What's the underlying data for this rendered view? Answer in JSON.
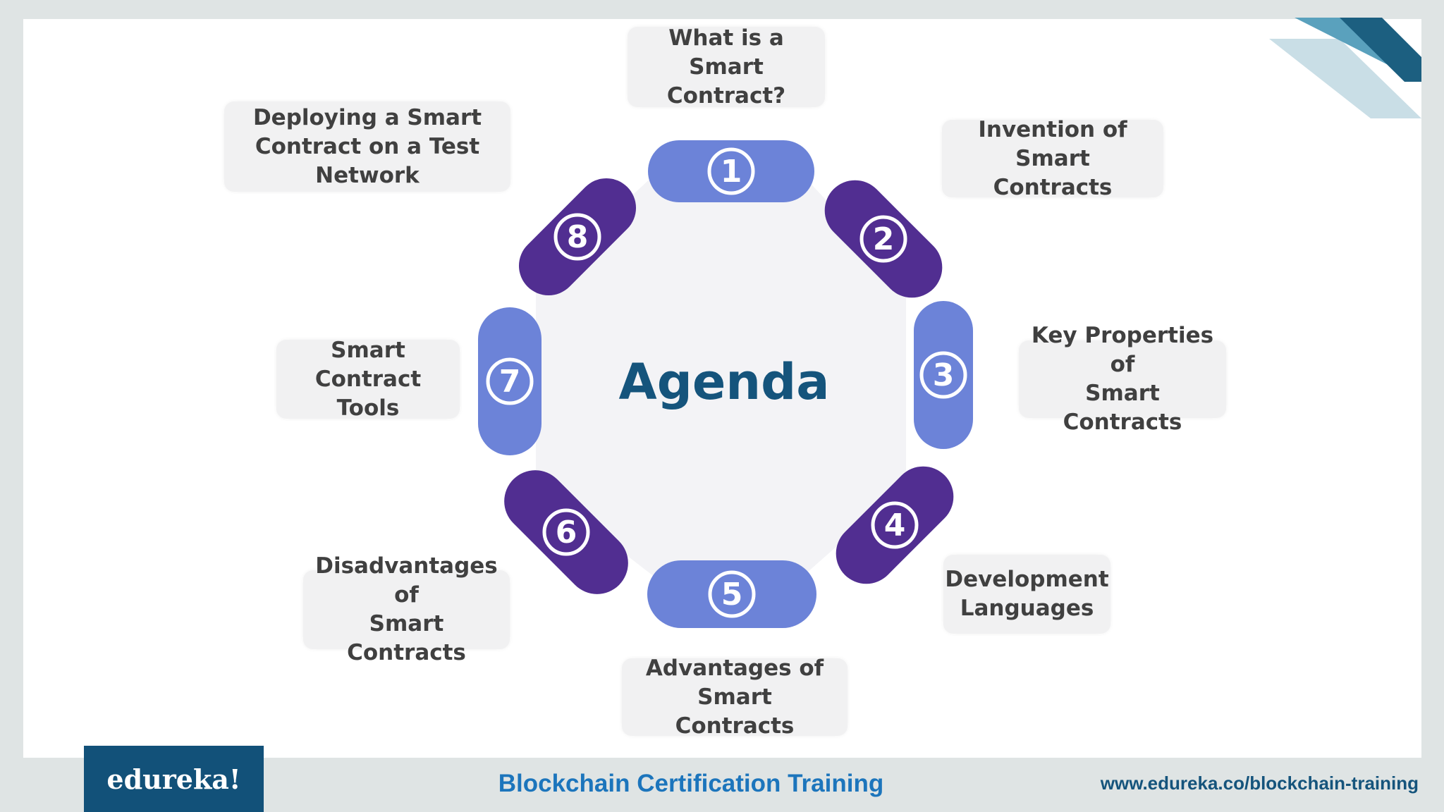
{
  "center_title": "Agenda",
  "topics": [
    {
      "number": "1",
      "label": "What is a Smart\nContract?"
    },
    {
      "number": "2",
      "label": "Invention of Smart\nContracts"
    },
    {
      "number": "3",
      "label": "Key Properties of\nSmart Contracts"
    },
    {
      "number": "4",
      "label": "Development\nLanguages"
    },
    {
      "number": "5",
      "label": "Advantages of Smart\nContracts"
    },
    {
      "number": "6",
      "label": "Disadvantages of\nSmart Contracts"
    },
    {
      "number": "7",
      "label": "Smart Contract\nTools"
    },
    {
      "number": "8",
      "label": "Deploying a Smart\nContract on a Test Network"
    }
  ],
  "footer": {
    "logo": "edureka!",
    "course_title": "Blockchain Certification Training",
    "url": "www.edureka.co/blockchain-training"
  },
  "colors": {
    "pill_light": "#6c83d8",
    "pill_dark": "#512e91",
    "title": "#15547c",
    "box_bg": "#f1f1f2",
    "footer_bg": "#dfe4e4",
    "logo_bg": "#125179",
    "course_title": "#1c75bc",
    "corner_dark": "#1c5f80",
    "corner_mid": "#5aa1bd",
    "corner_light": "#c9dee6"
  }
}
